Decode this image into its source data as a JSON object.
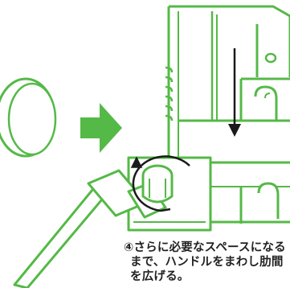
{
  "caption": {
    "line1": "④さらに必要なスペースになる",
    "line2": "まで、ハンドルをまわし肋間",
    "line3": "を広げる。"
  },
  "colors": {
    "accent_green": "#55b947",
    "outline_gray": "#1a1a1a",
    "arrow_black": "#1a1a1a",
    "text": "#222222",
    "background": "#ffffff"
  },
  "icons": {
    "coin_shape": "round-disc-icon",
    "direction_arrow": "right-arrow-icon",
    "rotate_arrow": "rotate-counterclockwise-icon",
    "push_arrow": "down-arrow-icon"
  }
}
